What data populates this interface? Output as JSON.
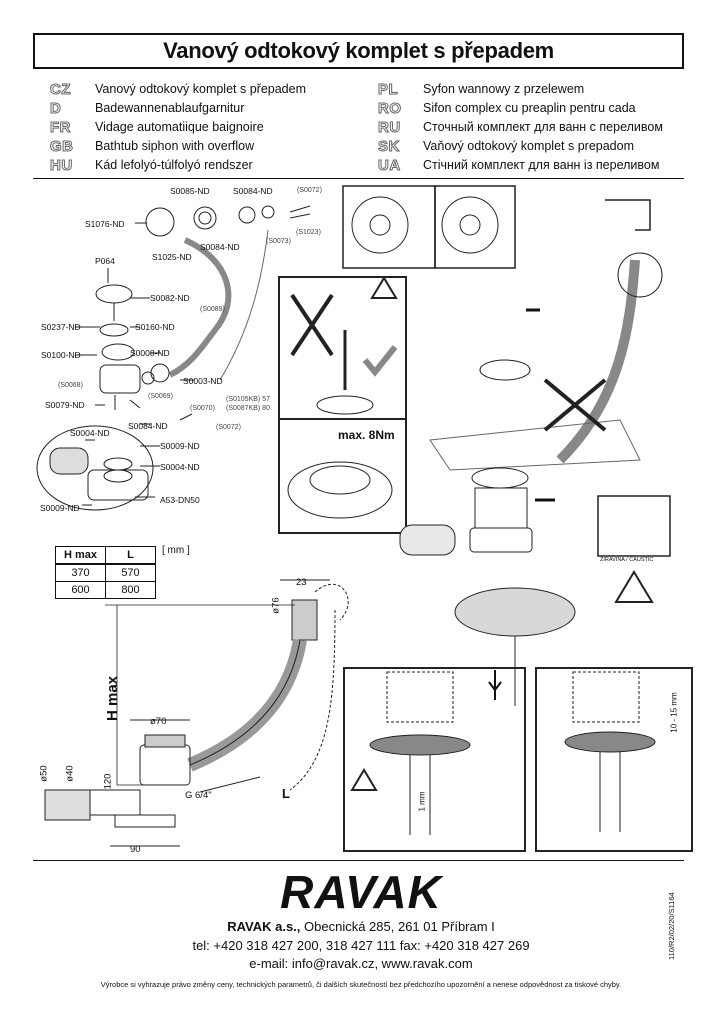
{
  "title": "Vanový odtokový komplet s přepadem",
  "languages": [
    {
      "code": "CZ",
      "text": "Vanový odtokový komplet s přepadem"
    },
    {
      "code": "D",
      "text": "Badewannenablaufgarnitur"
    },
    {
      "code": "FR",
      "text": "Vidage automatiique baignoire"
    },
    {
      "code": "GB",
      "text": "Bathtub siphon with overflow"
    },
    {
      "code": "HU",
      "text": "Kád lefolyó-túlfolyó rendszer"
    },
    {
      "code": "PL",
      "text": "Syfon wannowy z przelewem"
    },
    {
      "code": "RO",
      "text": "Sifon complex cu preaplin pentru cada"
    },
    {
      "code": "RU",
      "text": "Сточный комплект для ванн с переливом"
    },
    {
      "code": "SK",
      "text": "Vaňový odtokový komplet s prepadom"
    },
    {
      "code": "UA",
      "text": "Стічний комплект для ванн із переливом"
    }
  ],
  "parts": {
    "s0085": "S0085-ND",
    "s0084a": "S0084-ND",
    "s0072a": "(S0072)",
    "s1076": "S1076-ND",
    "s0084b": "S0084-ND",
    "s1023": "(S1023)",
    "s1025": "S1025-ND",
    "s0073": "(S0073)",
    "p064": "P064",
    "s0082": "S0082-ND",
    "s0089": "(S0089)",
    "s0237": "S0237-ND",
    "s0160": "S0160-ND",
    "s0100": "S0100-ND",
    "s0008": "S0008-ND",
    "s0003": "S0003-ND",
    "s0068": "(S0068)",
    "s0069": "(S0069)",
    "s0105": "(S0105KB) 57",
    "s0087": "(S0087KB) 80",
    "s0079": "S0079-ND",
    "s0070": "(S0070)",
    "s0084c": "S0084-ND",
    "s0072b": "(S0072)",
    "s0004a": "S0004-ND",
    "s0009a": "S0009-ND",
    "s0004b": "S0004-ND",
    "a53": "A53-DN50",
    "s0009b": "S0009-ND"
  },
  "torque": "max. 8Nm",
  "caustic": "ŽÍRAVINA / CAUSTIC",
  "dim_table": {
    "headers": [
      "H max",
      "L"
    ],
    "rows": [
      [
        "370",
        "570"
      ],
      [
        "600",
        "800"
      ]
    ],
    "unit": "[ mm ]"
  },
  "dims": {
    "d23": "23",
    "d76": "ø76",
    "hmax": "H max",
    "d70": "ø70",
    "d50": "ø50",
    "d40": "ø40",
    "d120": "120",
    "g": "G 6/4\"",
    "l": "L",
    "d90": "90",
    "d1mm": "1 mm",
    "d10_15": "10 - 15 mm"
  },
  "company": {
    "logo": "RAVAK",
    "name": "RAVAK a.s.,",
    "address": " Obecnická 285, 261 01 Příbram I",
    "phone": "tel: +420 318 427 200, 318 427 111 fax: +420 318 427 269",
    "email": "e-mail: info@ravak.cz, www.ravak.com"
  },
  "disclaimer": "Výrobce si vyhrazuje právo změny ceny, technických parametrů, či dalších skutečností bez předchozího upozornění a nenese odpovědnost za tiskové chyby.",
  "docref": "110/R2/02/20/S1164"
}
